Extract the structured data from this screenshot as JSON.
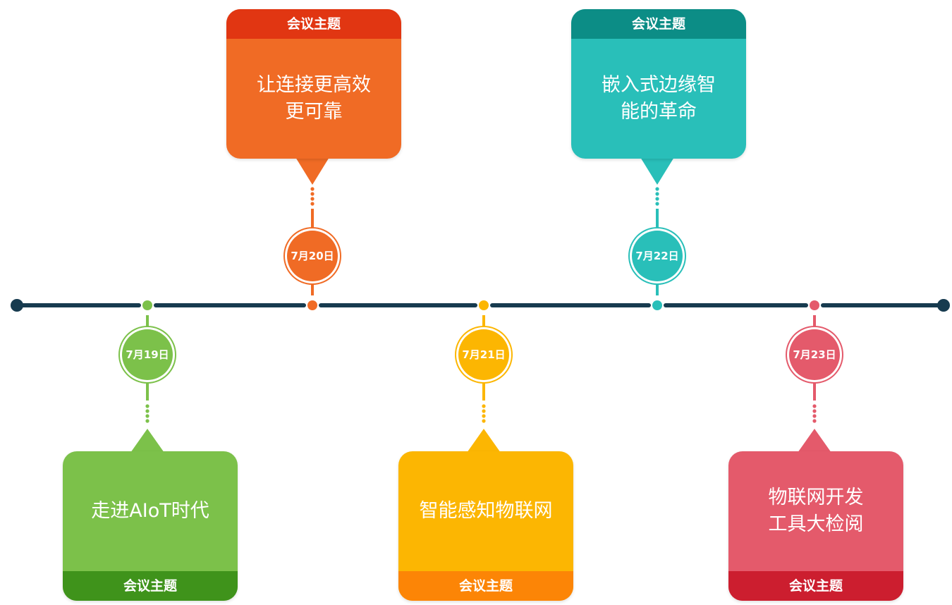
{
  "events": [
    {
      "date": "7月19日",
      "title": "走进AIoT时代",
      "header": "会议主题",
      "color": "#7cc14a",
      "dark": "#3f931b"
    },
    {
      "date": "7月20日",
      "title": "让连接更高效\n更可靠",
      "header": "会议主题",
      "color": "#f06b25",
      "dark": "#e13612"
    },
    {
      "date": "7月21日",
      "title": "智能感知物联网",
      "header": "会议主题",
      "color": "#fcb602",
      "dark": "#fc8506"
    },
    {
      "date": "7月22日",
      "title": "嵌入式边缘智\n能的革命",
      "header": "会议主题",
      "color": "#29bfb9",
      "dark": "#0c8d86"
    },
    {
      "date": "7月23日",
      "title": "物联网开发\n工具大检阅",
      "header": "会议主题",
      "color": "#e45a6b",
      "dark": "#cc1e2f"
    }
  ],
  "axis_color": "#173b4f"
}
